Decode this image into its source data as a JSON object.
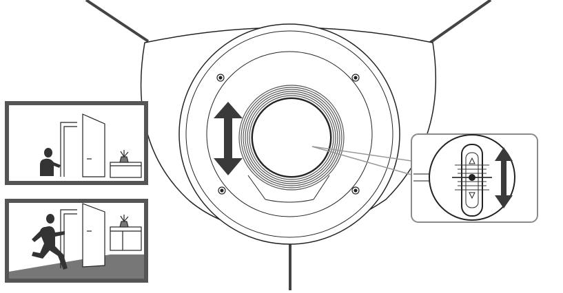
{
  "figure": {
    "subject": "dome-camera-with-tilt-adjustment",
    "colors": {
      "line": "#222222",
      "frame": "#555555",
      "arrow": "#3a3a3a",
      "zoom_border": "#8a8a8a",
      "wall_shadow": "#777777"
    },
    "icons": {
      "up_marker": "triangle-up",
      "down_marker": "triangle-down"
    },
    "views": [
      {
        "name": "person-near-door",
        "pose": "standing"
      },
      {
        "name": "person-running-past-door",
        "pose": "running"
      }
    ]
  }
}
